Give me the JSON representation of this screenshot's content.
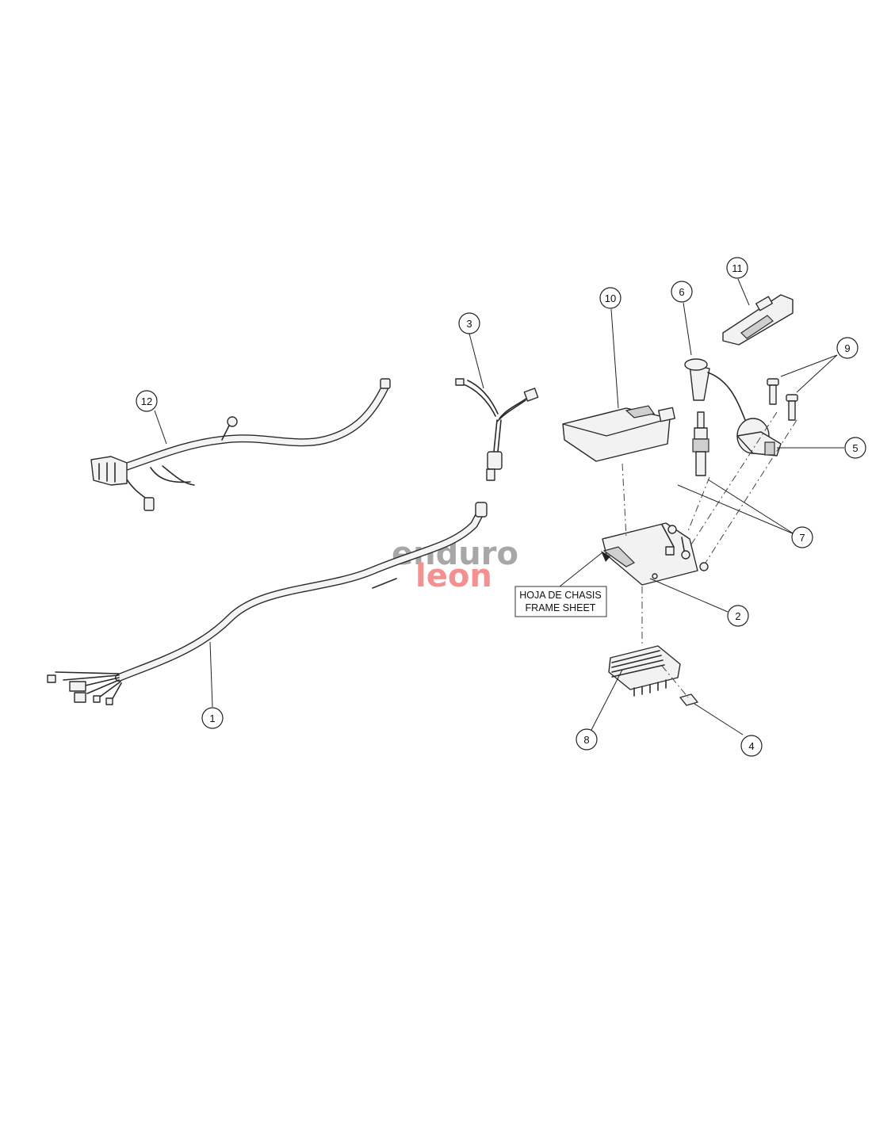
{
  "callouts": {
    "c1": "1",
    "c2": "2",
    "c3": "3",
    "c4": "4",
    "c5": "5",
    "c6": "6",
    "c7": "7",
    "c8": "8",
    "c9": "9",
    "c10": "10",
    "c11": "11",
    "c12": "12"
  },
  "note_box": {
    "line1": "HOJA DE CHASIS",
    "line2": "FRAME SHEET"
  },
  "watermark": {
    "word1": "enduro",
    "word2": "leon",
    "color1": "#8a8a8a",
    "color2": "#f26b6b"
  }
}
